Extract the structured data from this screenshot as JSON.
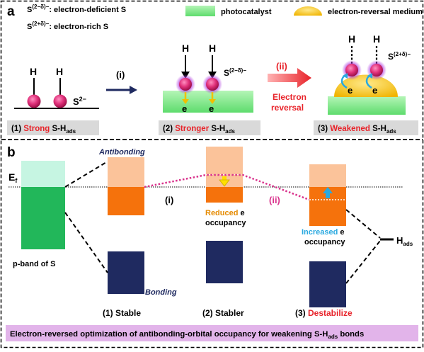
{
  "panel_a": {
    "letter": "a",
    "legend": {
      "deficient_sym": "S",
      "deficient_sup": "(2−δ)−",
      "deficient_desc": ": electron-deficient S",
      "rich_sym": "S",
      "rich_sup": "(2+δ)−",
      "rich_desc": ": electron-rich S",
      "photocatalyst": "photocatalyst",
      "medium": "electron-reversal medium"
    },
    "step1": {
      "h1": "H",
      "h2": "H",
      "s_sym": "S",
      "s_sup": "2−",
      "num": "(1) ",
      "word": "Strong",
      "label": " S-H",
      "sub": "ads"
    },
    "arrow_i": "(i)",
    "step2": {
      "h1": "H",
      "h2": "H",
      "s_sym": "S",
      "s_sup": "(2−δ)−",
      "e1": "e",
      "e2": "e",
      "num": "(2) ",
      "word": "Stronger",
      "label": " S-H",
      "sub": "ads"
    },
    "arrow_ii": "(ii)",
    "electron_reversal_1": "Electron",
    "electron_reversal_2": "reversal",
    "step3": {
      "h1": "H",
      "h2": "H",
      "s_sym": "S",
      "s_sup": "(2+δ)−",
      "e1": "e",
      "e2": "e",
      "num": "(3) ",
      "word": "Weakened",
      "label": " S-H",
      "sub": "ads"
    }
  },
  "panel_b": {
    "letter": "b",
    "ef_sym": "E",
    "ef_sub": "f",
    "pband": "p-band of S",
    "antibonding": "Antibonding",
    "bonding": "Bonding",
    "step_i": "(i)",
    "step_ii": "(ii)",
    "reduced_word": "Reduced",
    "reduced_e": " e",
    "reduced_occ": "occupancy",
    "increased_word": "Increased",
    "increased_e": " e",
    "increased_occ": "occupancy",
    "hads_sym": "H",
    "hads_sub": "ads",
    "state1": "(1) Stable",
    "state2": "(2) Stabler",
    "state3_num": "(3) ",
    "state3_word": "Destabilize",
    "banner_pre": "Electron-reversed optimization of antibonding-orbital occupancy for weakening S-H",
    "banner_sub": "ads",
    "banner_post": " bonds"
  },
  "colors": {
    "pink_ball": "#e0307a",
    "green": "#7ee887",
    "gold": "#ffc000",
    "red": "#e8232a",
    "navy": "#1f2a60",
    "orange": "#f5720c",
    "peach": "#fbc39a",
    "pband_green": "#22b75a",
    "pband_light": "#c6f5e2",
    "pink_dot": "#d9328c",
    "cyan": "#2aa9e0",
    "banner": "#e2b4ea",
    "dark_orange": "#e58a00"
  }
}
